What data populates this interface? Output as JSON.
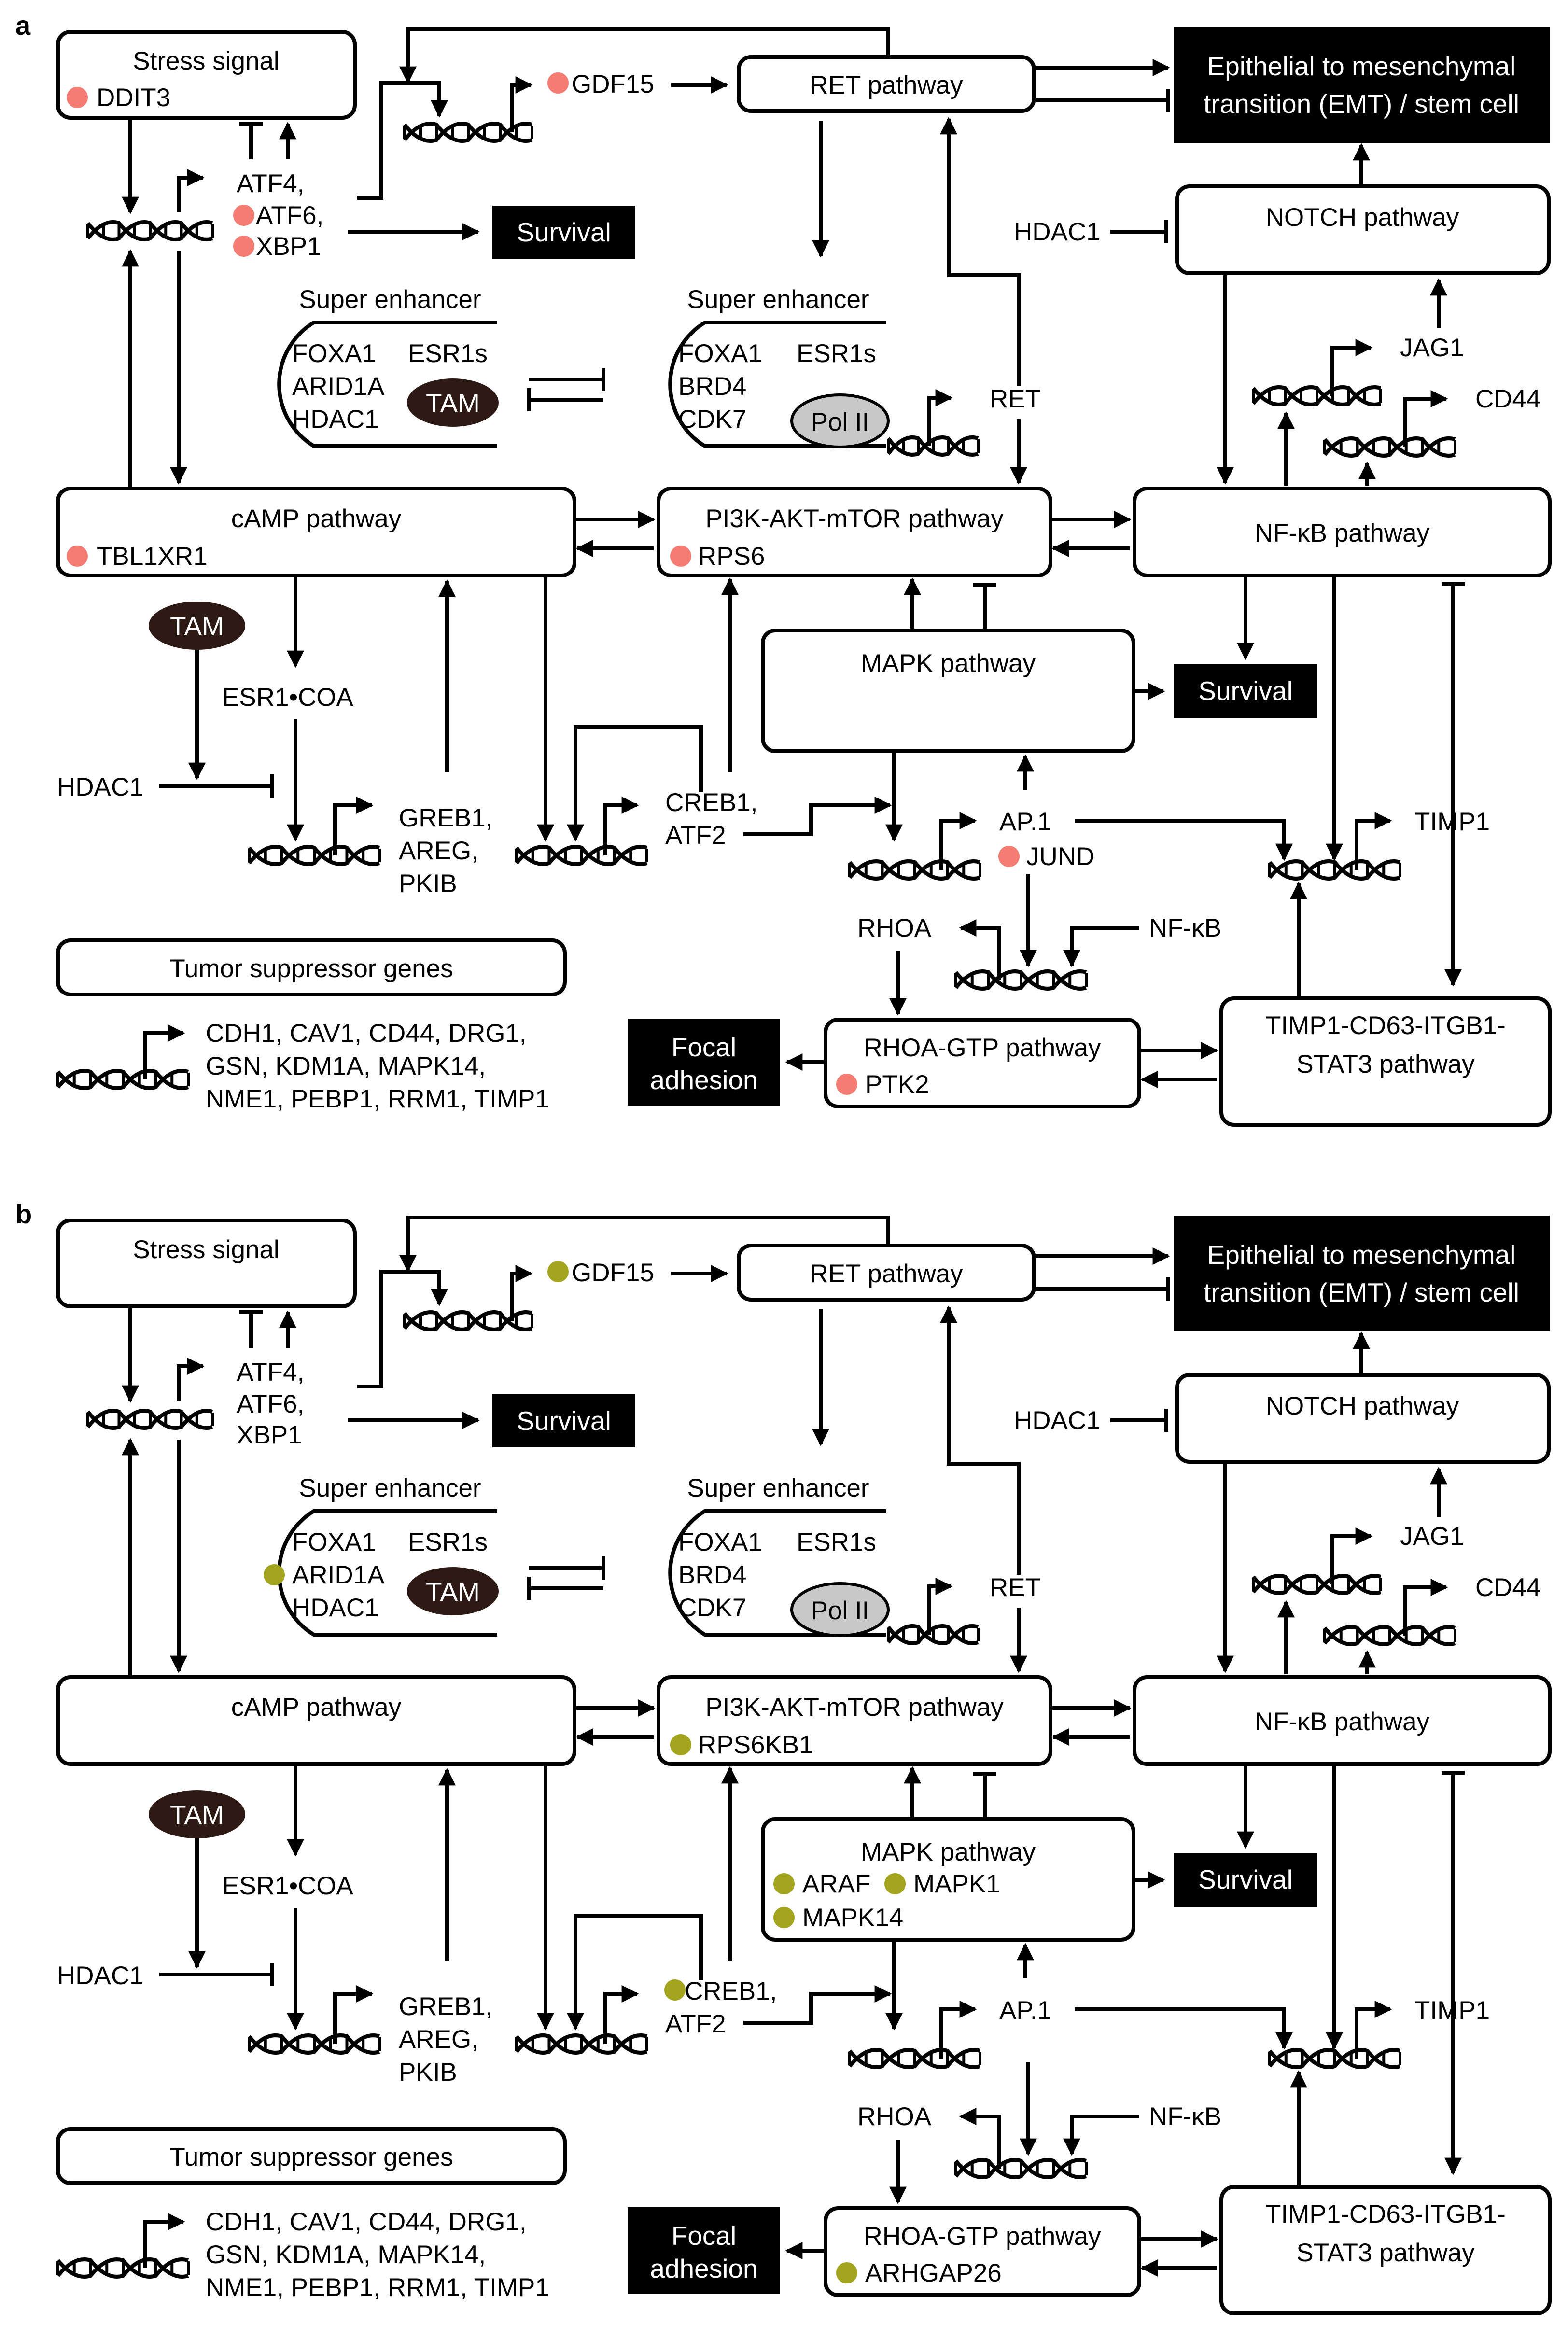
{
  "colors": {
    "panel_a_dot": "#f47c72",
    "panel_b_dot": "#a3a51e",
    "tam": "#2e1a14",
    "pol": "#c8c8c8"
  },
  "icons": {
    "dna": "dna-helix-icon",
    "promoter": "promoter-arrow-icon",
    "dot": "gene-marker-dot-icon"
  },
  "panels": [
    {
      "label": "a",
      "stress": {
        "title": "Stress signal",
        "gene": "DDIT3"
      },
      "atf": [
        "ATF4,",
        "ATF6,",
        "XBP1"
      ],
      "survival1": "Survival",
      "gdf15": "GDF15",
      "ret_pathway": "RET pathway",
      "emt": [
        "Epithelial to mesenchymal",
        "transition (EMT) / stem cell"
      ],
      "hdac1_notch": "HDAC1",
      "notch": "NOTCH pathway",
      "se_left": {
        "title": "Super enhancer",
        "l1a": "FOXA1",
        "l1b": "ESR1s",
        "l2": "ARID1A",
        "l3": "HDAC1",
        "tam": "TAM"
      },
      "se_right": {
        "title": "Super enhancer",
        "l1a": "FOXA1",
        "l1b": "ESR1s",
        "l2": "BRD4",
        "l3": "CDK7",
        "pol": "Pol II"
      },
      "ret": "RET",
      "jag1": "JAG1",
      "cd44": "CD44",
      "camp": {
        "title": "cAMP pathway",
        "gene": "TBL1XR1"
      },
      "pi3k": {
        "title": "PI3K-AKT-mTOR pathway",
        "gene": "RPS6"
      },
      "nfkb": "NF-κB pathway",
      "tam": "TAM",
      "esr1coa": "ESR1•COA",
      "hdac1_left": "HDAC1",
      "mapk": {
        "title": "MAPK pathway",
        "genes1": [],
        "genes2": []
      },
      "survival2": "Survival",
      "greb": [
        "GREB1,",
        "AREG,",
        "PKIB"
      ],
      "creb": [
        "CREB1,",
        "ATF2"
      ],
      "ap1": "AP.1",
      "jund": "JUND",
      "timp1": "TIMP1",
      "rhoa": "RHOA",
      "nfkb_small": "NF-κB",
      "tsg": {
        "title": "Tumor suppressor genes",
        "line1": "CDH1, CAV1, CD44, DRG1,",
        "line2": "GSN, KDM1A, MAPK14,",
        "line3": "NME1, PEBP1, RRM1, TIMP1"
      },
      "focal": [
        "Focal",
        "adhesion"
      ],
      "rhoa_gtp": {
        "title": "RHOA-GTP pathway",
        "gene": "PTK2"
      },
      "timp1_path": [
        "TIMP1-CD63-ITGB1-",
        "STAT3 pathway"
      ]
    },
    {
      "label": "b",
      "stress": {
        "title": "Stress signal",
        "gene": ""
      },
      "atf": [
        "ATF4,",
        "ATF6,",
        "XBP1"
      ],
      "survival1": "Survival",
      "gdf15": "GDF15",
      "ret_pathway": "RET pathway",
      "emt": [
        "Epithelial to mesenchymal",
        "transition (EMT) / stem cell"
      ],
      "hdac1_notch": "HDAC1",
      "notch": "NOTCH pathway",
      "se_left": {
        "title": "Super enhancer",
        "l1a": "FOXA1",
        "l1b": "ESR1s",
        "l2": "ARID1A",
        "l3": "HDAC1",
        "tam": "TAM"
      },
      "se_right": {
        "title": "Super enhancer",
        "l1a": "FOXA1",
        "l1b": "ESR1s",
        "l2": "BRD4",
        "l3": "CDK7",
        "pol": "Pol II"
      },
      "ret": "RET",
      "jag1": "JAG1",
      "cd44": "CD44",
      "camp": {
        "title": "cAMP pathway",
        "gene": ""
      },
      "pi3k": {
        "title": "PI3K-AKT-mTOR pathway",
        "gene": "RPS6KB1"
      },
      "nfkb": "NF-κB pathway",
      "tam": "TAM",
      "esr1coa": "ESR1•COA",
      "hdac1_left": "HDAC1",
      "mapk": {
        "title": "MAPK pathway",
        "genes1": [
          "ARAF",
          "MAPK1"
        ],
        "genes2": [
          "MAPK14"
        ]
      },
      "survival2": "Survival",
      "greb": [
        "GREB1,",
        "AREG,",
        "PKIB"
      ],
      "creb": [
        "CREB1,",
        "ATF2"
      ],
      "ap1": "AP.1",
      "jund": "",
      "timp1": "TIMP1",
      "rhoa": "RHOA",
      "nfkb_small": "NF-κB",
      "tsg": {
        "title": "Tumor suppressor genes",
        "line1": "CDH1, CAV1, CD44, DRG1,",
        "line2": "GSN, KDM1A, MAPK14,",
        "line3": "NME1, PEBP1, RRM1, TIMP1"
      },
      "focal": [
        "Focal",
        "adhesion"
      ],
      "rhoa_gtp": {
        "title": "RHOA-GTP pathway",
        "gene": "ARHGAP26"
      },
      "timp1_path": [
        "TIMP1-CD63-ITGB1-",
        "STAT3 pathway"
      ]
    }
  ]
}
